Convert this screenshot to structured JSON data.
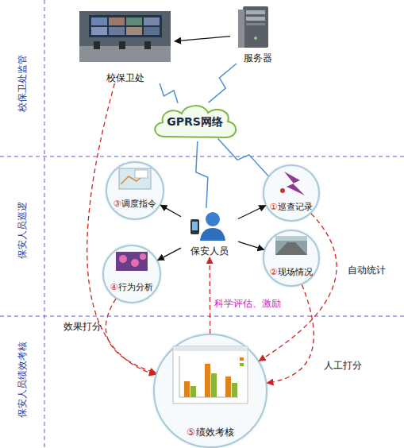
{
  "diagram": {
    "nodes": [
      {
        "text": [
          "校保卫处"
        ]
      },
      {
        "text": [
          "服务器"
        ]
      },
      {
        "text": [
          "GPRS网络"
        ]
      },
      {
        "text": [
          "保安人员"
        ]
      },
      {
        "text": [
          "①",
          "巡查记录"
        ]
      },
      {
        "text": [
          "②",
          "现场情况"
        ]
      },
      {
        "text": [
          "③",
          "调度指令"
        ]
      },
      {
        "text": [
          "④",
          "行为分析"
        ]
      },
      {
        "text": [
          "⑤",
          "绩效考核"
        ]
      }
    ],
    "edges": [
      {
        "from": 1,
        "to": 0,
        "arrow": "to"
      },
      {
        "from": 0,
        "to": 2,
        "arrow": "none"
      },
      {
        "from": 1,
        "to": 2,
        "arrow": "none"
      },
      {
        "from": 2,
        "to": 3,
        "arrow": "none"
      },
      {
        "from": 2,
        "to": 4,
        "arrow": "none"
      },
      {
        "from": 3,
        "to": 4,
        "arrow": "to"
      },
      {
        "from": 3,
        "to": 5,
        "arrow": "to"
      },
      {
        "from": 3,
        "to": 6,
        "arrow": "to"
      },
      {
        "from": 3,
        "to": 7,
        "arrow": "to"
      },
      {
        "from": 4,
        "to": 8,
        "label": "自动统计",
        "arrow": "to"
      },
      {
        "from": 5,
        "to": 8,
        "label": "人工打分",
        "arrow": "to"
      },
      {
        "from": 0,
        "to": 8,
        "label": "效果打分",
        "arrow": "to"
      },
      {
        "from": 7,
        "to": 8,
        "arrow": "to"
      },
      {
        "from": 8,
        "to": 3,
        "label": "科学评估、激励",
        "arrow": "to"
      }
    ],
    "labels": [
      "校保卫处监管",
      "保安人员巡逻",
      "保安人员绩效考核"
    ]
  }
}
